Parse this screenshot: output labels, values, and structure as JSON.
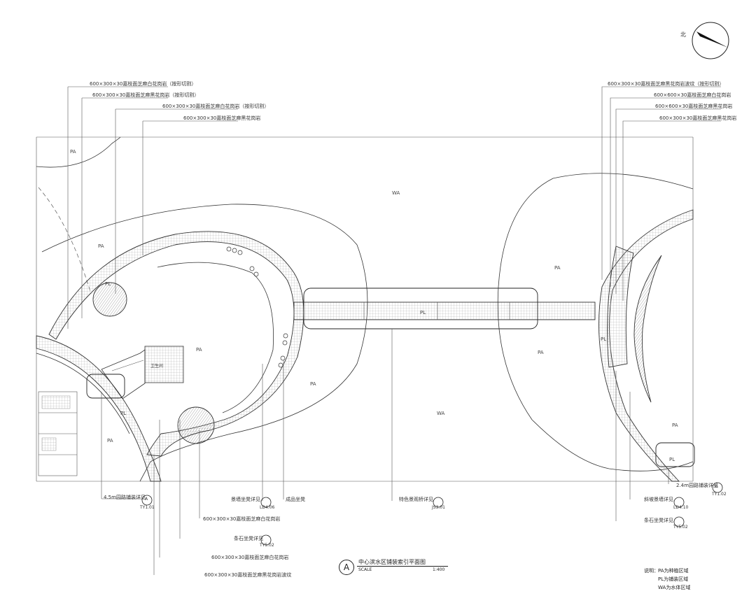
{
  "north": {
    "label": "北"
  },
  "zones": {
    "pa": "PA",
    "wa": "WA",
    "pl": "PL"
  },
  "left_labels": [
    "600×300×30嘉枝面芝麻白花岗岩（按形切割）",
    "600×300×30嘉枝面芝麻黑花岗岩（按形切割）",
    "600×300×30嘉枝面芝麻白花岗岩（按形切割）",
    "600×300×30嘉枝面芝麻黑花岗岩"
  ],
  "right_labels": [
    "600×300×30嘉枝面芝麻黑花岗岩波纹（按形切割）",
    "600×600×30嘉枝面芝麻白花岗岩",
    "600×600×30嘉枝面芝麻黑花岗岩",
    "600×300×30嘉枝面芝麻黑花岗岩"
  ],
  "bottom_labels": {
    "round_path": "4.5m园路铺装详见",
    "round_path_ref": "TY1.01",
    "round_path_mark": "A",
    "landscape_wall": "景墙坐凳详见",
    "landscape_wall_ref": "LD4.06",
    "planter": "成品坐凳",
    "bridge": "特色景观桥详见",
    "bridge_ref": "JS3.01",
    "lower_1": "600×300×30嘉枝面芝麻白花岗岩",
    "stone_seat": "条石坐凳详见",
    "stone_seat_ref": "TY5.02",
    "lower_2": "600×300×30嘉枝面芝麻白花岗岩",
    "lower_3": "600×300×30嘉枝面芝麻黑花岗岩波纹",
    "right_path": "2.4m园路铺装详见",
    "right_path_ref": "TY1.02",
    "right_path_mark": "B",
    "slope_wall": "斜坡景墙详见",
    "slope_wall_ref": "LD4.10",
    "right_stone_seat": "条石坐凳详见",
    "right_stone_seat_ref": "TY5.02"
  },
  "building_label": "卫生间",
  "title": {
    "mark": "A",
    "text": "中心滨水区铺装索引平面图",
    "scale_label": "SCALE",
    "scale_value": "1:400"
  },
  "legend": {
    "head": "说明：",
    "items": [
      "PA为种植区域",
      "PL为铺装区域",
      "WA为水体区域"
    ]
  }
}
